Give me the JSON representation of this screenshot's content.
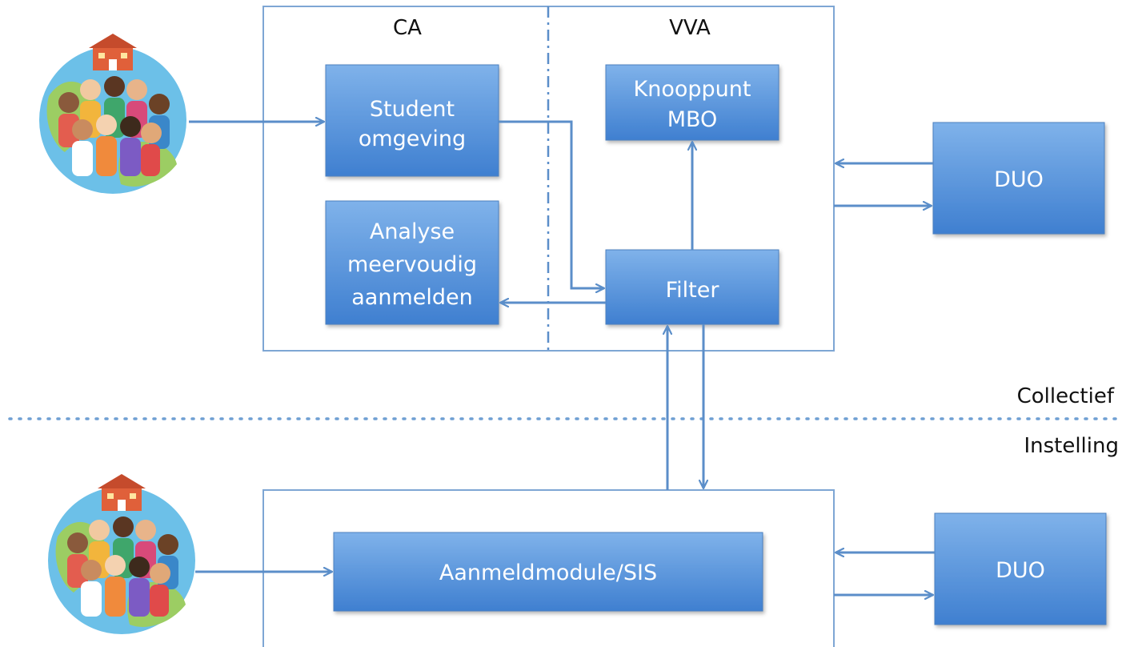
{
  "top_panel": {
    "label_left": "CA",
    "label_right": "VVA"
  },
  "boxes": {
    "student": [
      "Student",
      "omgeving"
    ],
    "knooppunt": [
      "Knooppunt",
      "MBO"
    ],
    "analyse": [
      "Analyse",
      "meervoudig",
      "aanmelden"
    ],
    "filter": "Filter",
    "duo_top": "DUO",
    "aanmeld": "Aanmeldmodule/SIS",
    "duo_bottom": "DUO"
  },
  "zones": {
    "collectief": "Collectief",
    "instelling": "Instelling"
  },
  "colors": {
    "box_top": "#7fb2ea",
    "box_bottom": "#3f7fd0",
    "box_edge": "#4b80c0",
    "panel_border": "#7ea6d4",
    "arrow": "#5b8ec9",
    "separator": "#6f9fd3",
    "globe_ocean": "#6cc0e8",
    "globe_land": "#9ccd63"
  }
}
